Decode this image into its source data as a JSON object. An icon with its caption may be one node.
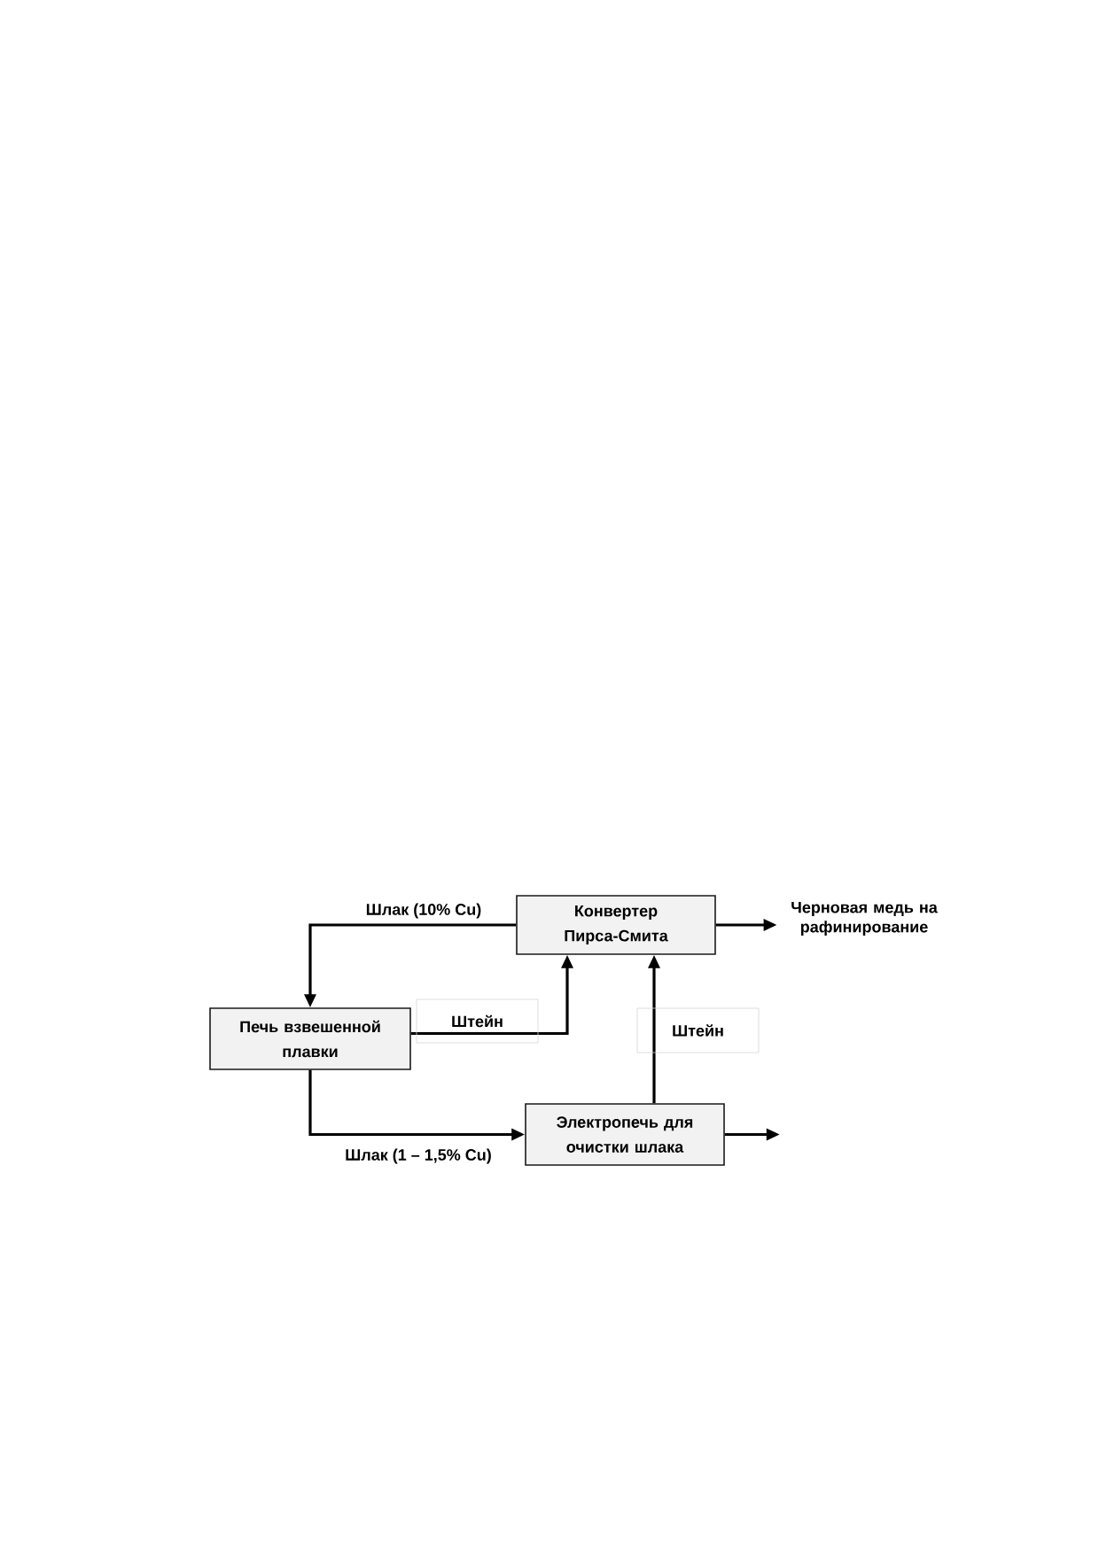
{
  "diagram": {
    "nodes": [
      {
        "text": [
          "Конвертер Пирса-Смита"
        ]
      },
      {
        "text": [
          "Черновая медь на рафинирование"
        ]
      },
      {
        "text": [
          "Печь взвешенной плавки"
        ]
      },
      {
        "text": [
          "Электропечь для очистки шлака"
        ]
      }
    ],
    "edges": [
      {
        "from": 0,
        "to": 2,
        "arrow": "to",
        "label": "Шлак (10% Cu)"
      },
      {
        "from": 2,
        "to": 0,
        "arrow": "to",
        "label": "Штейн"
      },
      {
        "from": 0,
        "to": 1,
        "arrow": "to"
      },
      {
        "from": 2,
        "to": 3,
        "arrow": "to",
        "label": "Шлак (1 – 1,5% Cu)"
      },
      {
        "from": 3,
        "to": 0,
        "arrow": "to",
        "label": "Штейн"
      },
      {
        "from": 3,
        "to": null,
        "arrow": "to"
      }
    ]
  }
}
